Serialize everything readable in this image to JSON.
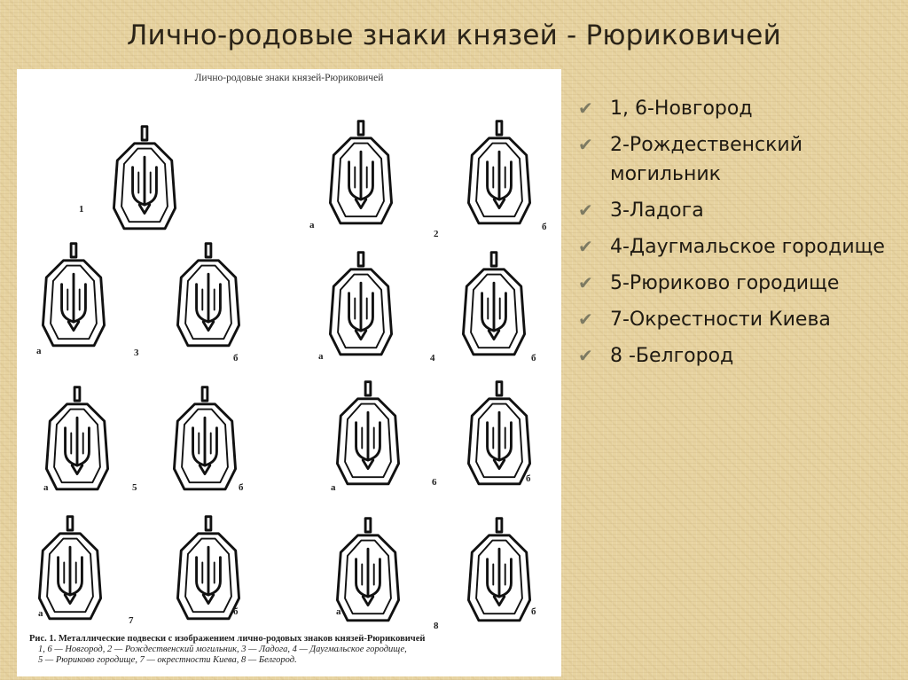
{
  "slide": {
    "title": "Лично-родовые знаки князей - Рюриковичей",
    "check_color": "#7d7a62"
  },
  "figure": {
    "heading": "Лично-родовые знаки князей-Рюриковичей",
    "pendant_icon": "trident-pendant-icon",
    "labels": {
      "r1_num": "1",
      "r1_a": "а",
      "r1_num2": "2",
      "r1_b": "б",
      "r2_a": "а",
      "r2_num": "3",
      "r2_b": "б",
      "r2_a2": "а",
      "r2_num2": "4",
      "r2_b2": "б",
      "r3_a": "а",
      "r3_num": "5",
      "r3_b": "б",
      "r3_a2": "а",
      "r3_num2": "6",
      "r3_b2": "б",
      "r4_a": "а",
      "r4_num": "7",
      "r4_b": "б",
      "r4_a2": "а",
      "r4_num2": "8",
      "r4_b2": "б"
    },
    "caption": {
      "line1": "Рис. 1. Металлические подвески с изображением лично-родовых знаков князей-Рюриковичей",
      "line2": "1, 6 — Новгород, 2 — Рождественский могильник, 3 — Ладога, 4 — Даугмальское городище,",
      "line3": "5 — Рюриково городище, 7 — окрестности Киева, 8 — Белгород."
    }
  },
  "bullets": [
    "1, 6-Новгород",
    "2-Рождественский могильник",
    "3-Ладога",
    "4-Даугмальское городище",
    "5-Рюриково городище",
    "7-Окрестности Киева",
    "8 -Белгород"
  ]
}
